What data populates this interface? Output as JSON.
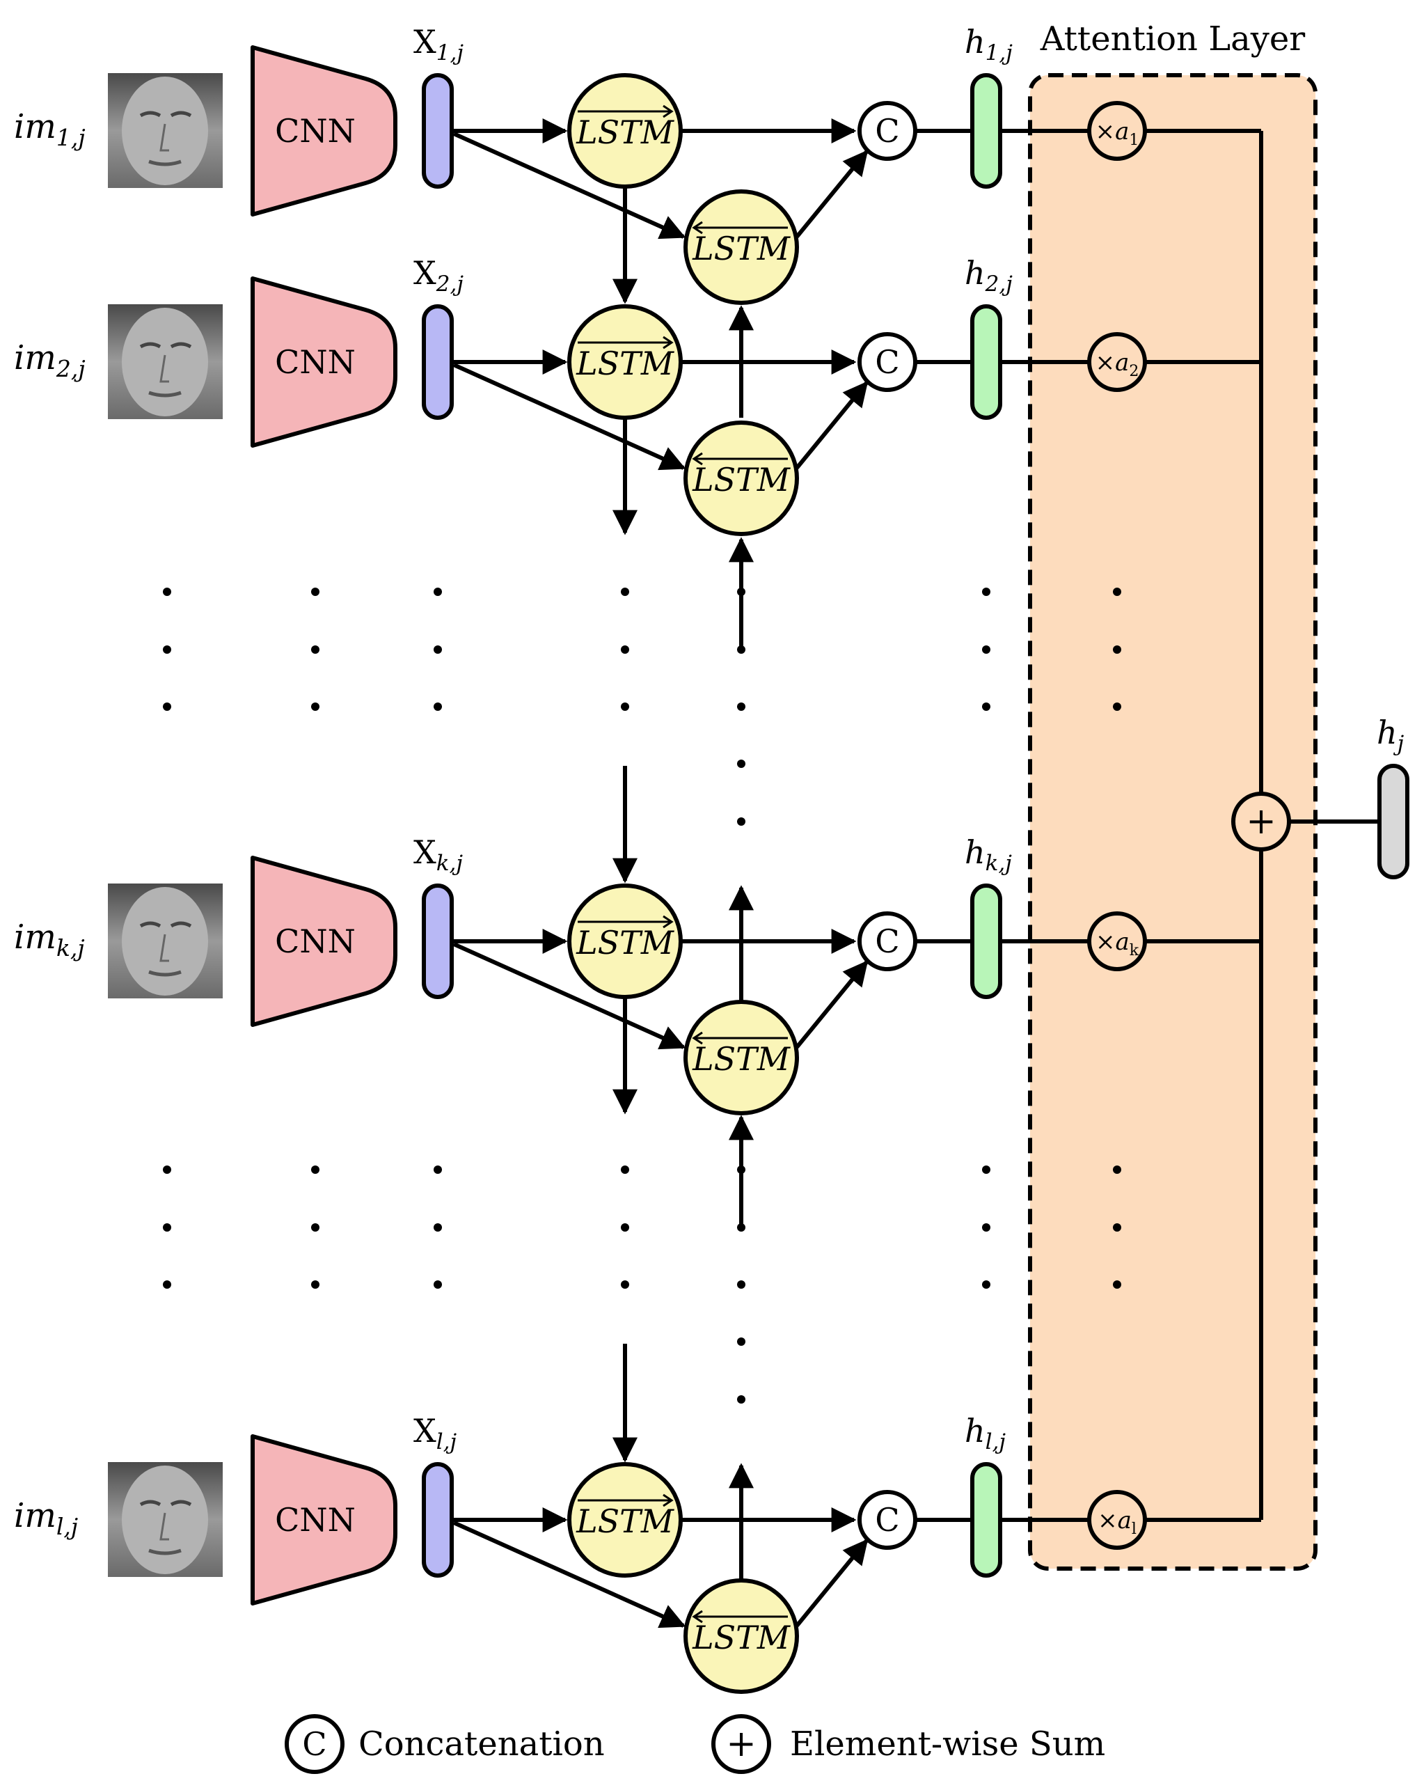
{
  "title": "Attention Layer",
  "cnn_label": "CNN",
  "lstm_label": "LSTM",
  "concat_symbol": "C",
  "sum_symbol": "+",
  "times_symbol": "×",
  "output": {
    "base": "h",
    "sub": "j"
  },
  "rows": [
    {
      "im_base": "im",
      "im_sub": "1,j",
      "x_base": "X",
      "x_sub": "1,j",
      "h_base": "h",
      "h_sub": "1,j",
      "a_base": "a",
      "a_sub": "1"
    },
    {
      "im_base": "im",
      "im_sub": "2,j",
      "x_base": "X",
      "x_sub": "2,j",
      "h_base": "h",
      "h_sub": "2,j",
      "a_base": "a",
      "a_sub": "2"
    },
    {
      "im_base": "im",
      "im_sub": "k,j",
      "x_base": "X",
      "x_sub": "k,j",
      "h_base": "h",
      "h_sub": "k,j",
      "a_base": "a",
      "a_sub": "k"
    },
    {
      "im_base": "im",
      "im_sub": "l,j",
      "x_base": "X",
      "x_sub": "l,j",
      "h_base": "h",
      "h_sub": "l,j",
      "a_base": "a",
      "a_sub": "l"
    }
  ],
  "legend": {
    "concat_label": "Concatenation",
    "sum_label": "Element-wise Sum"
  },
  "colors": {
    "cnn_fill": "#F5B5B8",
    "x_fill": "#B8B8F5",
    "lstm_fill": "#FAF5B8",
    "h_fill": "#B8F5B8",
    "attention_fill": "#FDDCBD",
    "output_fill": "#D9D9D9",
    "stroke": "#000000"
  }
}
